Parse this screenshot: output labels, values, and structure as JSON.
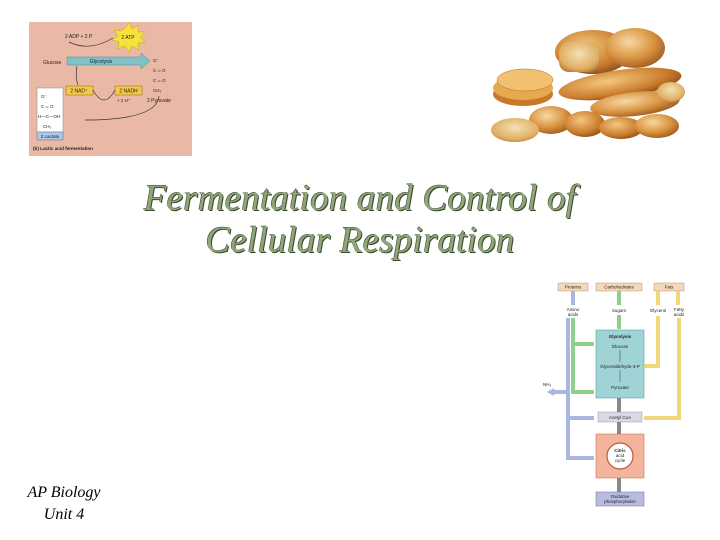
{
  "title": {
    "line1": "Fermentation and Control of",
    "line2": "Cellular Respiration"
  },
  "footer": {
    "line1": "AP Biology",
    "line2": "Unit 4"
  },
  "fermentation_figure": {
    "top_left": "2 ADP + 2 P",
    "burst": "2 ATP",
    "glucose": "Glucose",
    "glycolysis": "Glycolysis",
    "nad": "2 NAD⁺",
    "nadh": "2 NADH",
    "h_plus": "+ 2 H⁺",
    "pyruvate": "2 Pyruvate",
    "lactate": "2 Lactate",
    "caption": "(b) Lactic acid fermentation"
  },
  "pathway_diagram": {
    "proteins": "Proteins",
    "carbohydrates": "Carbohydrates",
    "fats": "Fats",
    "amino_acids_1": "Amino",
    "amino_acids_2": "acids",
    "sugars": "Sugars",
    "glycerol": "Glycerol",
    "fatty_acids_1": "Fatty",
    "fatty_acids_2": "acids",
    "glycolysis": "Glycolysis",
    "glucose": "Glucose",
    "g3p": "Glyceraldehyde-3-P",
    "nh3": "NH₃",
    "pyruvate": "Pyruvate",
    "acetyl_coa": "Acetyl CoA",
    "citric_1": "Citric",
    "citric_2": "acid",
    "citric_3": "cycle",
    "oxphos_1": "Oxidative",
    "oxphos_2": "phosphorylation"
  },
  "colors": {
    "title_fill": "#8fa67a",
    "title_outline": "#3b4a2c",
    "figure_bg": "#e9b9a6",
    "glycolysis_box": "#9fd3d6",
    "arrow_green": "#8fcf8a",
    "arrow_yellow": "#f2d77a",
    "arrow_blue": "#a9b7de",
    "citric_box": "#f3b49b"
  }
}
